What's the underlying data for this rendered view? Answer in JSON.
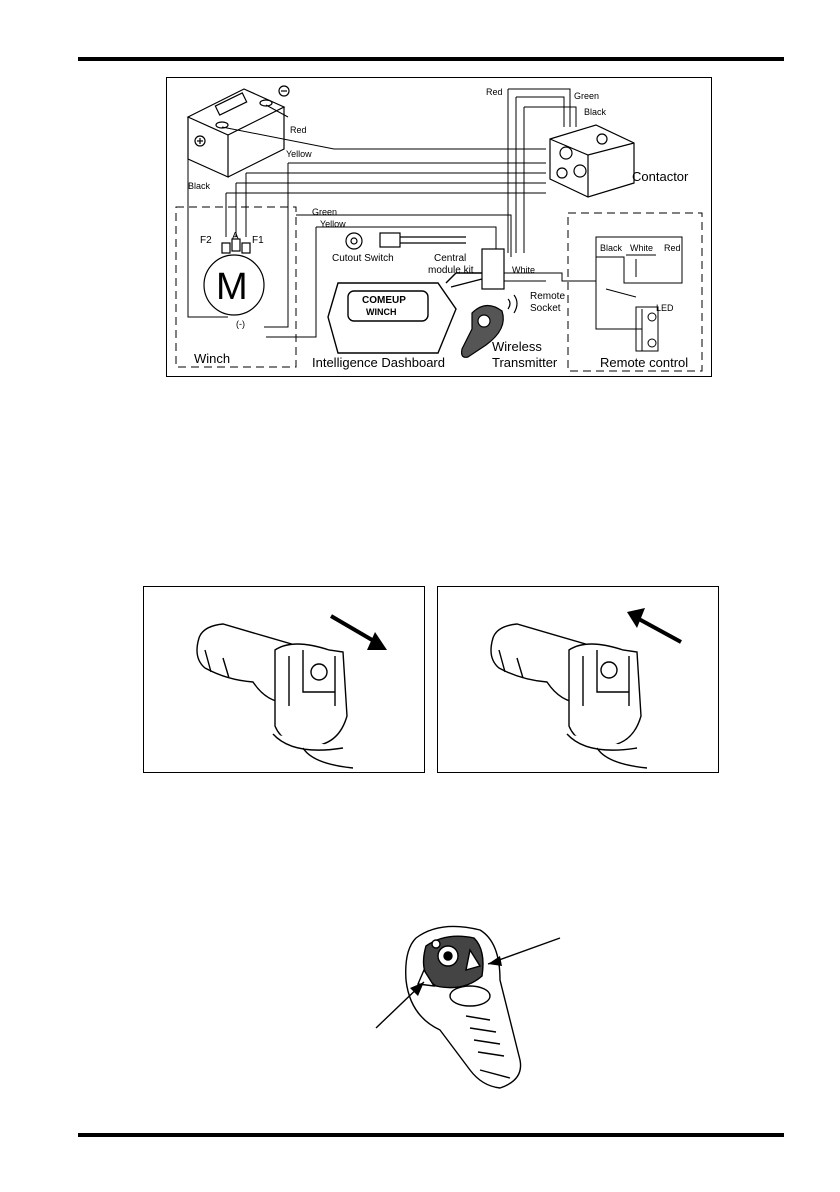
{
  "wiring": {
    "labels": {
      "red_top": "Red",
      "green_top": "Green",
      "black_top": "Black",
      "red_battery": "Red",
      "yellow_1": "Yellow",
      "black_left": "Black",
      "contactor": "Contactor",
      "green_mid": "Green",
      "yellow_2": "Yellow",
      "f2": "F2",
      "a": "A",
      "f1": "F1",
      "motor": "M",
      "minus_terminal": "(-)",
      "cutout_switch": "Cutout Switch",
      "central_module_1": "Central",
      "central_module_2": "module kit",
      "white_wire": "White",
      "remote_socket_1": "Remote",
      "remote_socket_2": "Socket",
      "brand_1": "COMEUP",
      "brand_2": "WINCH",
      "wireless_1": "Wireless",
      "wireless_2": "Transmitter",
      "winch": "Winch",
      "dashboard": "Intelligence Dashboard",
      "remote_control": "Remote control",
      "rc_black": "Black",
      "rc_white": "White",
      "rc_red": "Red",
      "led": "LED"
    }
  },
  "icons": {
    "battery": "battery-icon",
    "motor": "motor-icon",
    "contactor": "contactor-icon",
    "switch": "cutout-switch-icon",
    "dashboard": "dashboard-icon",
    "transmitter": "wireless-transmitter-icon",
    "handheld_left": "remote-switch-out-icon",
    "handheld_right": "remote-switch-in-icon",
    "remote": "wireless-remote-icon"
  }
}
